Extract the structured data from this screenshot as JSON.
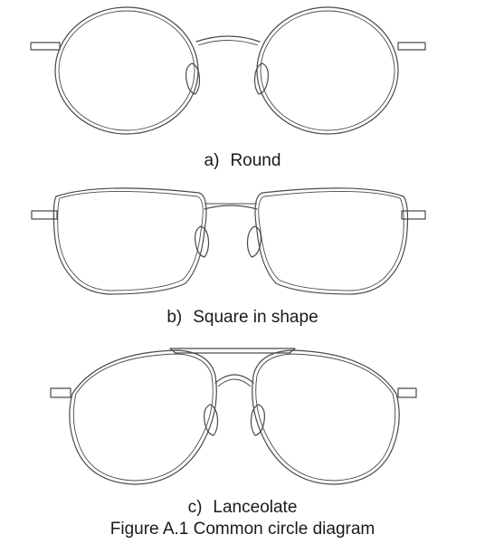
{
  "figures": [
    {
      "label": "a)",
      "name": "Round"
    },
    {
      "label": "b)",
      "name": "Square in shape"
    },
    {
      "label": "c)",
      "name": "Lanceolate"
    }
  ],
  "figure_title": "Figure A.1 Common circle diagram"
}
